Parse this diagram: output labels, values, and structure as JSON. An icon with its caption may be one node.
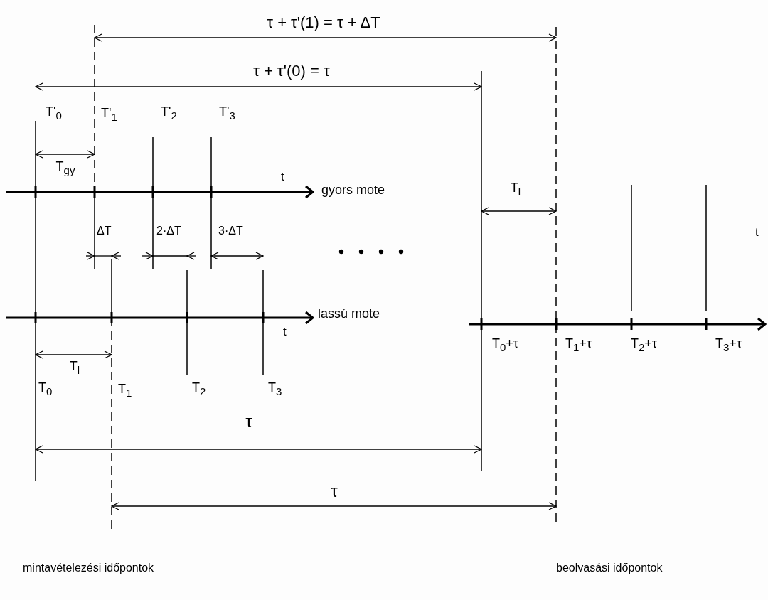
{
  "diagram": {
    "labels": [
      "τ + τ'(1) = τ + ΔT",
      "τ + τ'(0) = τ",
      "T'$_{0}$",
      "T'$_{1}$",
      "T'$_{2}$",
      "T'$_{3}$",
      "T$_{gy}$",
      "t",
      "gyors mote",
      "T$_{l}$",
      "ΔT",
      "2·ΔT",
      "3·ΔT",
      "t",
      "lassú mote",
      "t",
      "T$_{l}$",
      "T$_{0}$",
      "T$_{1}$",
      "T$_{2}$",
      "T$_{3}$",
      "T$_{0}$+τ",
      "T$_{1}$+τ",
      "T$_{2}$+τ",
      "T$_{3}$+τ",
      "τ",
      "τ",
      "mintavételezési időpontok",
      "beolvasási időpontok"
    ]
  }
}
